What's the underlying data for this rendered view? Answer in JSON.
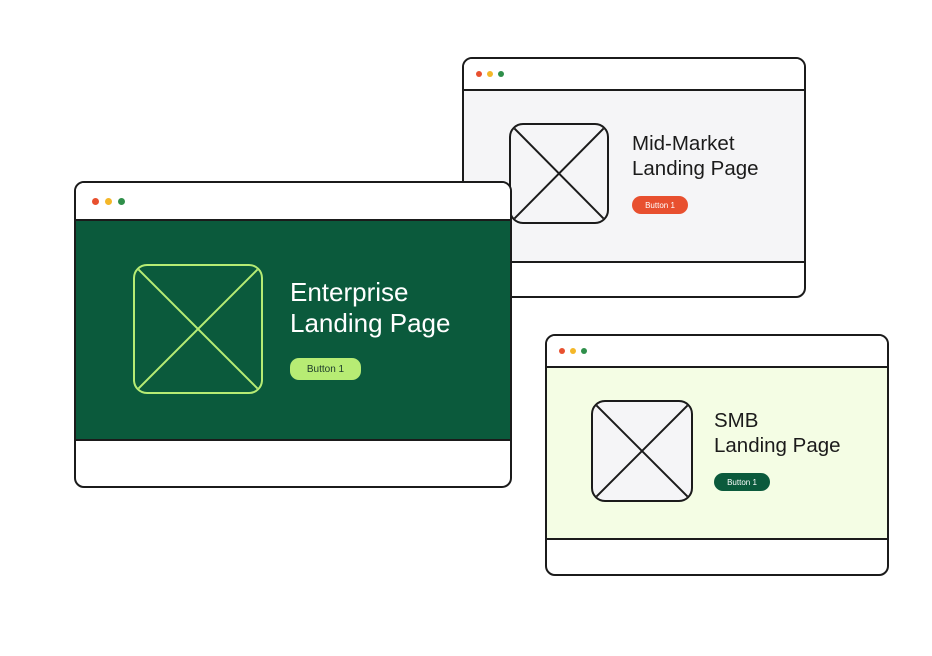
{
  "colors": {
    "dot_red": "#e8502f",
    "dot_yellow": "#f4b728",
    "dot_green": "#2f8f4a",
    "outline": "#1b1b1b",
    "enterprise_bg": "#0b5a3c",
    "enterprise_accent": "#b7ec74",
    "midmarket_bg": "#f5f5f7",
    "midmarket_button": "#e8502f",
    "smb_bg": "#f4fde4",
    "smb_button": "#0b5a3c"
  },
  "windows": {
    "enterprise": {
      "heading": "Enterprise\nLanding Page",
      "button_label": "Button 1",
      "placeholder_icon": "image-placeholder-icon"
    },
    "mid_market": {
      "heading": "Mid-Market\nLanding Page",
      "button_label": "Button 1",
      "placeholder_icon": "image-placeholder-icon"
    },
    "smb": {
      "heading": "SMB\nLanding Page",
      "button_label": "Button 1",
      "placeholder_icon": "image-placeholder-icon"
    }
  }
}
